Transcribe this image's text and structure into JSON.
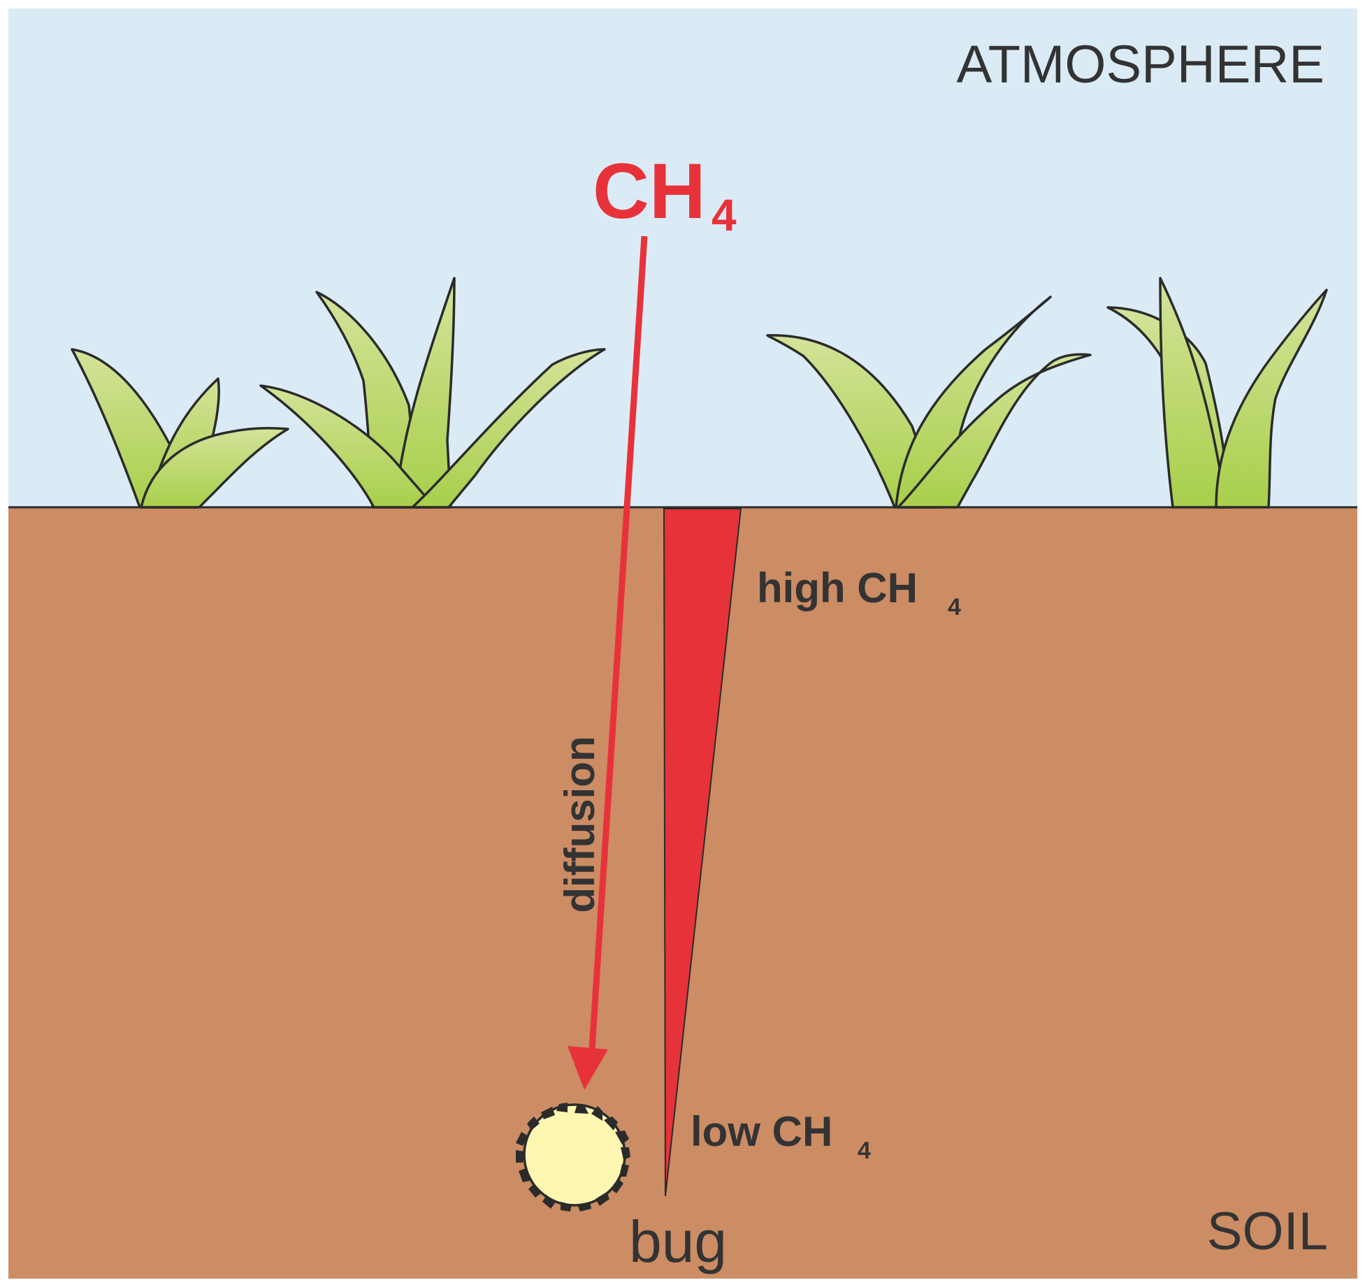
{
  "labels": {
    "atmosphere": "ATMOSPHERE",
    "soil": "SOIL",
    "ch4_main": "CH",
    "ch4_main_sub": "4",
    "diffusion": "diffusion",
    "high_prefix": "high CH",
    "high_sub": "4",
    "low_prefix": "low CH",
    "low_sub": "4",
    "bug": "bug"
  },
  "colors": {
    "sky": "#dbebf6",
    "soil": "#cc8c64",
    "methane_red": "#e8323a",
    "grass_light": "#d4e39a",
    "grass_dark": "#a8cf4a",
    "bug_fill": "#fdf7b2",
    "outline": "#2b2b2b",
    "text": "#333333"
  },
  "icons": {
    "bug": "spiky-circle-microbe-icon",
    "grass": "grass-tuft-icon",
    "arrow": "down-arrow-icon",
    "gradient": "tapering-wedge-icon"
  }
}
